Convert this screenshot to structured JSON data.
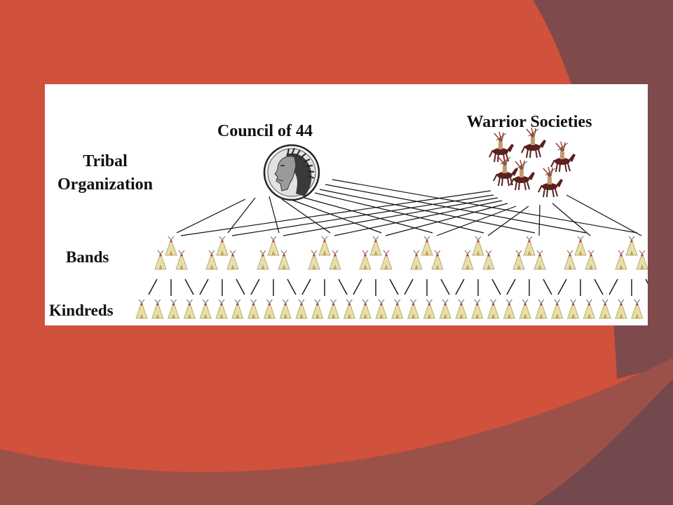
{
  "labels": {
    "tribal": "Tribal Organization",
    "council": "Council of 44",
    "warrior_societies": "Warrior Societies",
    "bands": "Bands",
    "kindreds": "Kindreds"
  },
  "structure": {
    "band_count": 10,
    "tipis_per_band": 3,
    "warrior_riders": 6
  },
  "icons": {
    "council": "chief-headdress-icon",
    "warrior": "horse-rider-icon",
    "band": "tipi-icon",
    "kindred": "tipi-icon"
  },
  "colors": {
    "slide_background": "#d0513c",
    "slide_wave_dark": "#7e4a4c",
    "slide_wave_mid": "#9c5148",
    "panel": "#ffffff",
    "lines": "#111111",
    "tipi": "#e9dfa6",
    "horse": "#5b2020"
  }
}
